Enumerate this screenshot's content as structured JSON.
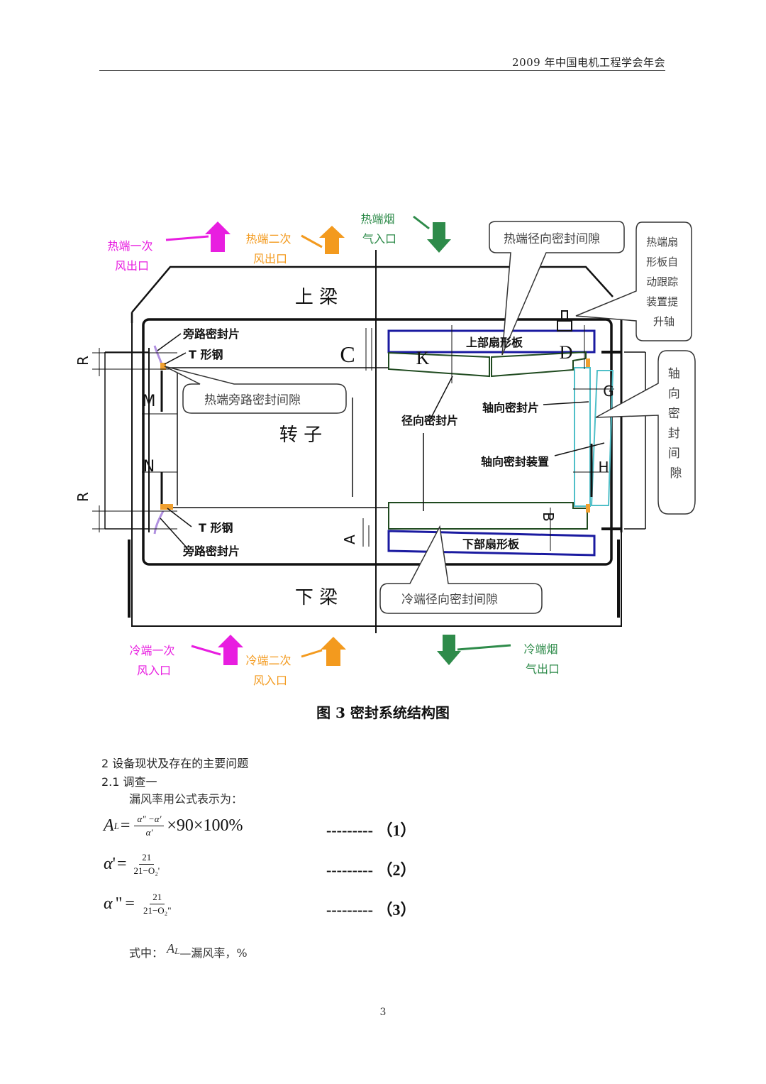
{
  "header": {
    "title": "2009 年中国电机工程学会年会"
  },
  "figure": {
    "caption": "图 3 密封系统结构图",
    "flow_labels": {
      "hot_primary_air_out": [
        "热端一次",
        "风出口"
      ],
      "hot_secondary_air_out": [
        "热端二次",
        "风出口"
      ],
      "hot_flue_gas_in": [
        "热端烟",
        "气入口"
      ],
      "cold_primary_air_in": [
        "冷端一次",
        "风入口"
      ],
      "cold_secondary_air_in": [
        "冷端二次",
        "风入口"
      ],
      "cold_flue_gas_out": [
        "冷端烟",
        "气出口"
      ]
    },
    "colors": {
      "primary_air": "#e81ee0",
      "secondary_air": "#f39a1e",
      "flue_gas": "#2e8b4a",
      "sector_plate": "#1a1aa0",
      "radial_seal": "#1f4a1f",
      "axial_seal": "#4fbfc8",
      "t_steel": "#f0a030",
      "bypass_seal": "#b090e0"
    },
    "callouts": {
      "hot_radial_gap": "热端径向密封间隙",
      "tracking_device": [
        "热端扇",
        "形板自",
        "动跟踪",
        "装置提",
        "升轴"
      ],
      "hot_bypass_gap": "热端旁路密封间隙",
      "axial_gap": [
        "轴",
        "向",
        "密",
        "封",
        "间",
        "隙"
      ],
      "cold_radial_gap": "冷端径向密封间隙"
    },
    "labels": {
      "upper_beam": "上 梁",
      "lower_beam": "下 梁",
      "rotor": "转 子",
      "upper_sector_plate": "上部扇形板",
      "lower_sector_plate": "下部扇形板",
      "bypass_seal_top": "旁路密封片",
      "bypass_seal_bottom": "旁路密封片",
      "t_steel_top": "T 形钢",
      "t_steel_bottom": "T 形钢",
      "radial_seal": "径向密封片",
      "axial_seal": "轴向密封片",
      "axial_seal_device": "轴向密封装置"
    },
    "gap_letters": {
      "C": "C",
      "K": "K",
      "D": "D",
      "R_top": "R",
      "M": "M",
      "N": "N",
      "R_bottom": "R",
      "A": "A",
      "B": "B",
      "G": "G",
      "H": "H"
    }
  },
  "section": {
    "heading": "2 设备现状及存在的主要问题",
    "subheading": "2.1 调查一",
    "intro": "漏风率用公式表示为："
  },
  "equations": [
    {
      "lhs": "A",
      "lhs_sub": "L",
      "eq": "=",
      "num": "α\" −α'",
      "den": "α'",
      "rest": "×90×100%",
      "dashes": "---------",
      "no": "（1）"
    },
    {
      "lhs": "α",
      "lhs_sup": "'",
      "eq": "=",
      "num": "21",
      "den": "21−O₂'",
      "rest": "",
      "dashes": "---------",
      "no": "（2）"
    },
    {
      "lhs": "α",
      "lhs_sup": "\"",
      "eq": "=",
      "num": "21",
      "den": "21−O₂\"",
      "rest": "",
      "dashes": "---------",
      "no": "（3）"
    }
  ],
  "where": {
    "prefix": "式中：",
    "symbol": "A",
    "symbol_sub": "L",
    "desc": "—漏风率，%"
  },
  "page_number": "3"
}
